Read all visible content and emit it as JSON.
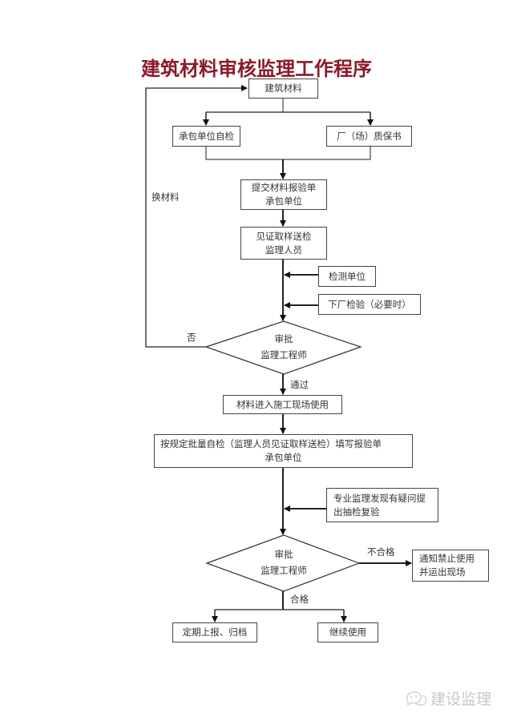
{
  "title": "建筑材料审核监理工作程序",
  "nodes": {
    "materials": "建筑材料",
    "contractor_self_check": "承包单位自检",
    "factory_certificate": "厂（场）质保书",
    "submit_report": {
      "line1": "提交材料报验单",
      "line2": "承包单位"
    },
    "witness_sampling": {
      "line1": "见证取样送检",
      "line2": "监理人员"
    },
    "testing_unit": "检测单位",
    "factory_inspection": "下厂检验（必要时）",
    "approval_1": {
      "line1": "审批",
      "line2": "监理工程师"
    },
    "enter_site": "材料进入施工现场使用",
    "batch_self_check": {
      "line1": "按规定批量自检（监理人员见证取样送检）填写报验单",
      "line2": "承包单位"
    },
    "specialist_recheck": {
      "line1": "专业监理发现有疑问提",
      "line2": "出抽检复验"
    },
    "approval_2": {
      "line1": "审批",
      "line2": "监理工程师"
    },
    "notify_ban": {
      "line1": "通知禁止使用",
      "line2": "并运出现场"
    },
    "report_archive": "定期上报、归档",
    "continue_use": "继续使用"
  },
  "edge_labels": {
    "replace_material": "换材料",
    "no": "否",
    "pass": "通过",
    "fail": "不合格",
    "qualified": "合格"
  },
  "watermark": {
    "icon": "wechat-icon",
    "text": "建设监理"
  }
}
